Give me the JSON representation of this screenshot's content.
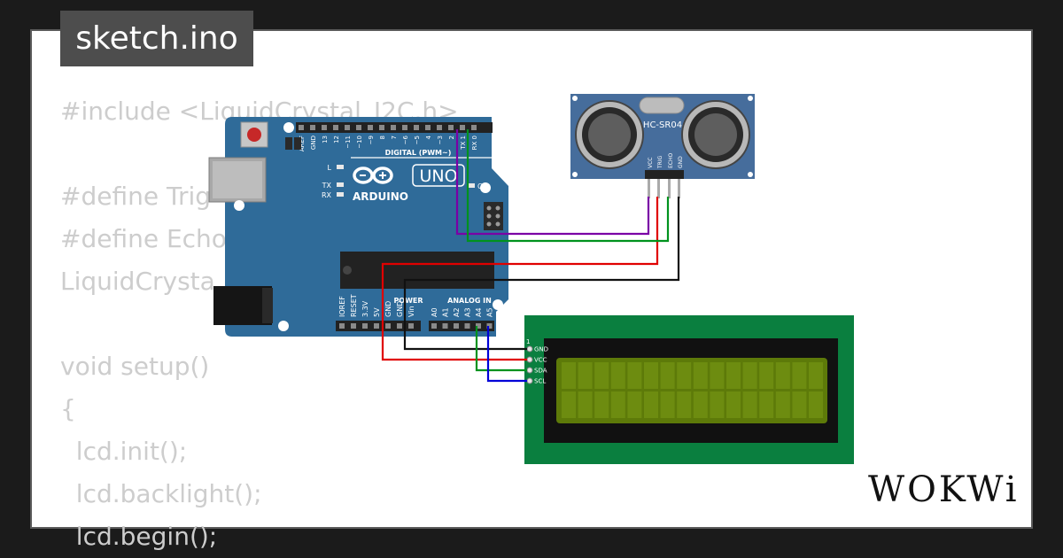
{
  "tab": {
    "title": "sketch.ino"
  },
  "code_lines": [
    "#include <LiquidCrystal_I2C.h>",
    "",
    "#define Trig",
    "#define Echo",
    "LiquidCrysta",
    "",
    "void setup()",
    "{",
    "  lcd.init();",
    "  lcd.backlight();",
    "  lcd.begin();"
  ],
  "arduino": {
    "brand": "ARDUINO",
    "model": "UNO",
    "on_label": "ON",
    "l_label": "L",
    "tx_label": "TX",
    "rx_label": "RX",
    "digital_label": "DIGITAL (PWM~)",
    "power_label": "POWER",
    "analog_label": "ANALOG IN",
    "top_pins": [
      "AREF",
      "GND",
      "13",
      "12",
      "~11",
      "~10",
      "~9",
      "8",
      "7",
      "~6",
      "~5",
      "4",
      "~3",
      "2",
      "TX 1",
      "RX 0"
    ],
    "power_pins": [
      "IOREF",
      "RESET",
      "3.3V",
      "5V",
      "GND",
      "GND",
      "Vin"
    ],
    "analog_pins": [
      "A0",
      "A1",
      "A2",
      "A3",
      "A4",
      "A5"
    ]
  },
  "sensor": {
    "label": "HC-SR04",
    "pins": [
      "VCC",
      "TRIG",
      "ECHO",
      "GND"
    ]
  },
  "lcd": {
    "pin1_label": "1",
    "pins": [
      "GND",
      "VCC",
      "SDA",
      "SCL"
    ]
  },
  "wire_colors": {
    "vcc": "#e00000",
    "gnd": "#111111",
    "trig": "#7a00a6",
    "echo": "#00921e",
    "sda": "#00921e",
    "scl": "#0000d8"
  },
  "logo": {
    "text": "WOKWi"
  }
}
